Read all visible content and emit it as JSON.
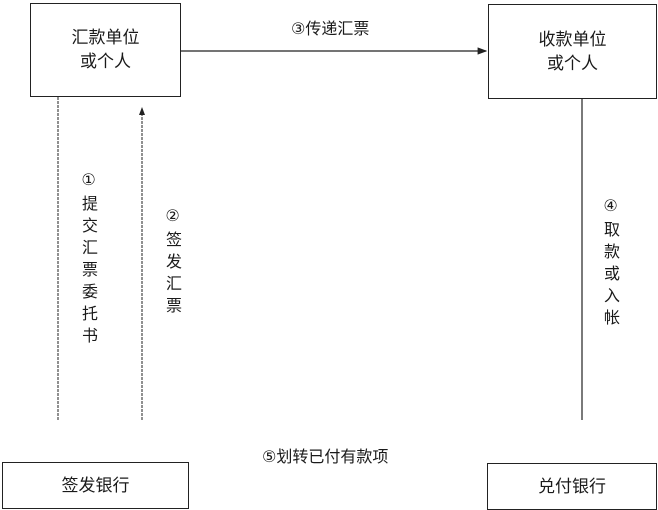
{
  "nodes": {
    "remitter": {
      "line1": "汇款单位",
      "line2": "或个人"
    },
    "payee": {
      "line1": "收款单位",
      "line2": "或个人"
    },
    "issuing_bank": {
      "label": "签发银行"
    },
    "paying_bank": {
      "label": "兑付银行"
    }
  },
  "edges": {
    "step1": "①提交汇票委托书",
    "step2": "②签发汇票",
    "step3": "③传递汇票",
    "step4": "④取款或入帐",
    "step5": "⑤划转已付有款项"
  }
}
